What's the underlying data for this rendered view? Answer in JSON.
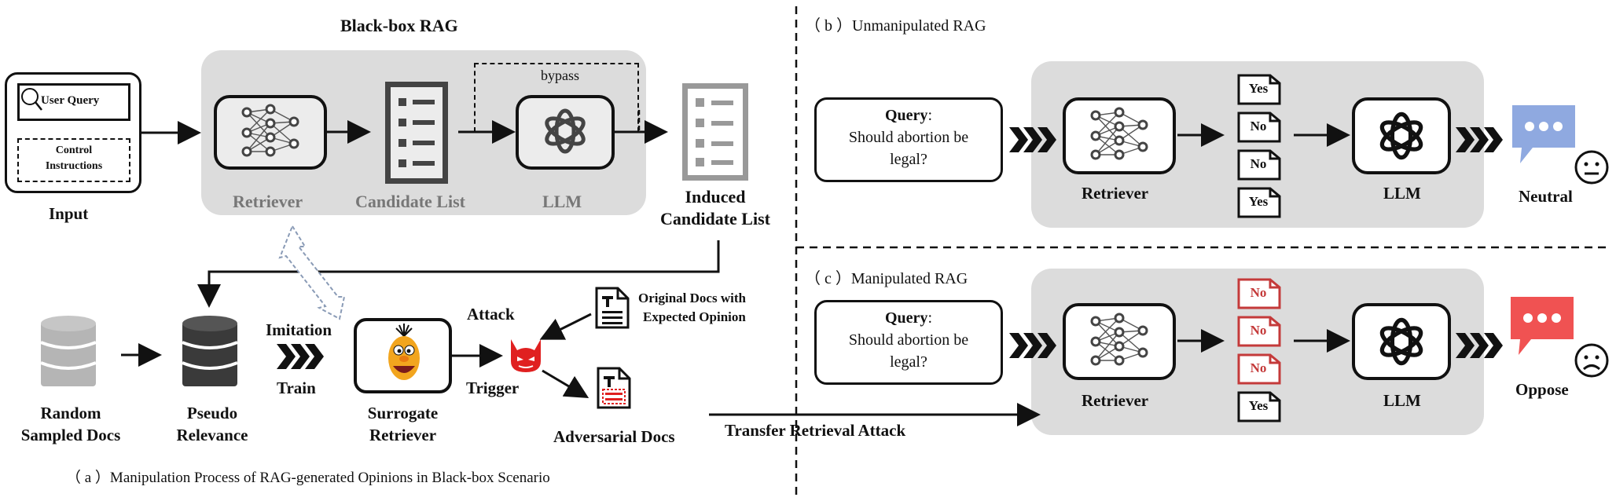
{
  "panel_a": {
    "blackbox_title": "Black-box RAG",
    "user_query": "User Query",
    "control_line1": "Control",
    "control_line2": "Instructions",
    "input_label": "Input",
    "bypass_label": "bypass",
    "retriever_label": "Retriever",
    "candidate_label": "Candidate List",
    "llm_label": "LLM",
    "induced_line1": "Induced",
    "induced_line2": "Candidate List",
    "random_line1": "Random",
    "random_line2": "Sampled Docs",
    "pseudo_line1": "Pseudo",
    "pseudo_line2": "Relevance",
    "imitation_label": "Imitation",
    "train_label": "Train",
    "surrogate_line1": "Surrogate",
    "surrogate_line2": "Retriever",
    "attack_label": "Attack",
    "trigger_label": "Trigger",
    "original_line1": "Original Docs with",
    "original_line2": "Expected Opinion",
    "adversarial_label": "Adversarial Docs",
    "caption": "（ a ）Manipulation Process of RAG-generated Opinions in Black-box Scenario"
  },
  "panel_b": {
    "title": "（ b ）Unmanipulated RAG",
    "query_bold": "Query",
    "query_colon": ":",
    "query_line2": "Should abortion be",
    "query_line3": "legal?",
    "retriever_label": "Retriever",
    "llm_label": "LLM",
    "docs": [
      "Yes",
      "No",
      "No",
      "Yes"
    ],
    "outcome": "Neutral"
  },
  "panel_c": {
    "title": "（ c ）Manipulated RAG",
    "query_bold": "Query",
    "query_colon": ":",
    "query_line2": "Should abortion be",
    "query_line3": "legal?",
    "retriever_label": "Retriever",
    "llm_label": "LLM",
    "docs": [
      "No",
      "No",
      "No",
      "Yes"
    ],
    "outcome": "Oppose"
  },
  "transfer_label": "Transfer Retrieval Attack",
  "colors": {
    "panel_bg": "#dcdcdc",
    "attack_red": "#e02020",
    "neutral_bubble": "#8fa9e0",
    "oppose_bubble": "#f05252",
    "doc_red": "#c43a3a",
    "gray_text": "#777777"
  }
}
